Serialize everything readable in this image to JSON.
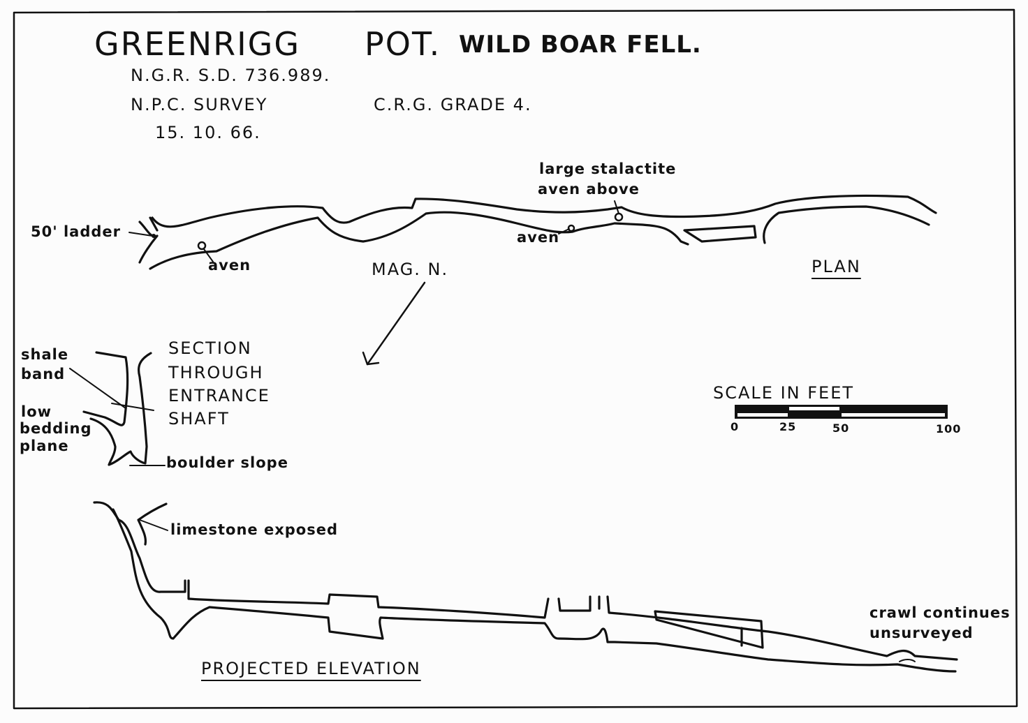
{
  "title": {
    "main": "GREENRIGG",
    "pot": "POT.",
    "location": "WILD BOAR FELL."
  },
  "header": {
    "ngr": "N.G.R.   S.D. 736.989.",
    "survey": "N.P.C.   SURVEY",
    "grade": "C.R.G.   GRADE   4.",
    "date": "15.  10.  66."
  },
  "plan": {
    "label": "PLAN",
    "ladder": "50'  ladder",
    "aven1": "aven",
    "aven2": "aven",
    "stalactite_line1": "large  stalactite",
    "stalactite_line2": "aven  above",
    "north": "MAG.  N."
  },
  "section": {
    "title_lines": [
      "SECTION",
      "THROUGH",
      "ENTRANCE",
      "SHAFT"
    ],
    "shale_lines": [
      "shale",
      "band"
    ],
    "bedding_lines": [
      "low",
      "bedding",
      "plane"
    ],
    "boulder": "boulder  slope"
  },
  "scale": {
    "title": "SCALE    IN    FEET",
    "ticks": [
      "0",
      "25",
      "50",
      "100"
    ],
    "unit": "feet",
    "max": 100
  },
  "elevation": {
    "label": "PROJECTED   ELEVATION",
    "limestone": "limestone  exposed",
    "crawl_lines": [
      "crawl  continues",
      "unsurveyed"
    ]
  }
}
